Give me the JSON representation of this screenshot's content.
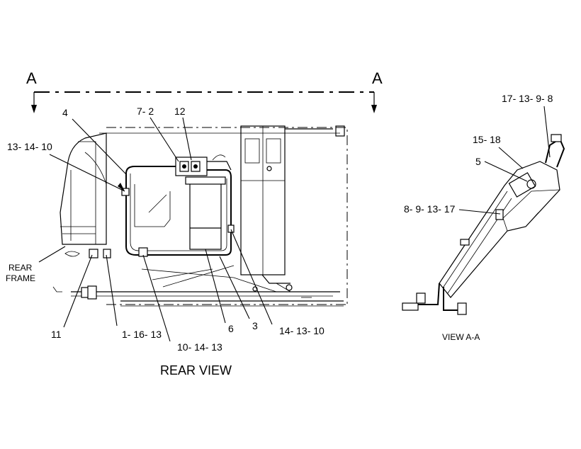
{
  "section_marks": {
    "left": "A",
    "right": "A"
  },
  "callouts": {
    "c4": "4",
    "c7_2": "7- 2",
    "c12": "12",
    "c13_14_10": "13- 14- 10",
    "c11": "11",
    "c1_16_13": "1- 16- 13",
    "c10_14_13": "10- 14- 13",
    "c6": "6",
    "c3": "3",
    "c14_13_10": "14- 13- 10",
    "c17_13_9_8": "17- 13- 9- 8",
    "c15_18": "15- 18",
    "c5": "5",
    "c8_9_13_17": "8- 9- 13- 17"
  },
  "labels": {
    "rear_frame_line1": "REAR",
    "rear_frame_line2": "FRAME",
    "rear_view": "REAR VIEW",
    "view_aa": "VIEW A-A"
  }
}
